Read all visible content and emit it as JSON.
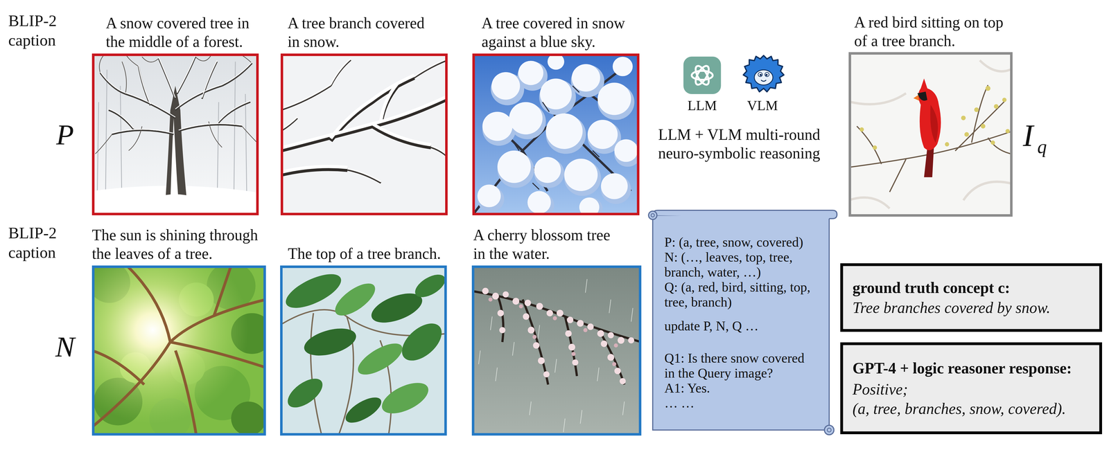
{
  "diagram": {
    "nodes": [
      {
        "text": [
          "A snow covered tree in the middle of a forest."
        ]
      },
      {
        "text": [
          "A tree branch covered in snow."
        ]
      },
      {
        "text": [
          "A tree covered in snow against a blue sky."
        ]
      },
      {
        "text": [
          "A red bird sitting on top of a tree branch."
        ]
      },
      {
        "text": [
          "The sun is shining through the leaves of a tree."
        ]
      },
      {
        "text": [
          "The top of a tree branch."
        ]
      },
      {
        "text": [
          "A cherry blossom tree in the water."
        ]
      },
      {
        "text": [
          "P: (a, tree, snow, covered)",
          "N: (…, leaves, top, tree, branch, water, …)",
          "Q: (a, red, bird, sitting, top, tree, branch)",
          "update P, N, Q …",
          "Q1: Is there snow covered in the Query image?",
          "A1: Yes.",
          "… …"
        ]
      },
      {
        "text": [
          "ground truth concept c:",
          "Tree branches covered by snow."
        ]
      },
      {
        "text": [
          "GPT-4 + logic reasoner response:",
          "Positive;",
          "(a, tree, branches, snow, covered)."
        ]
      }
    ],
    "labels": [
      "BLIP-2 caption",
      "P",
      "LLM",
      "VLM",
      "LLM + VLM multi-round neuro-symbolic reasoning",
      "I",
      "q",
      "BLIP-2 caption",
      "N"
    ]
  }
}
